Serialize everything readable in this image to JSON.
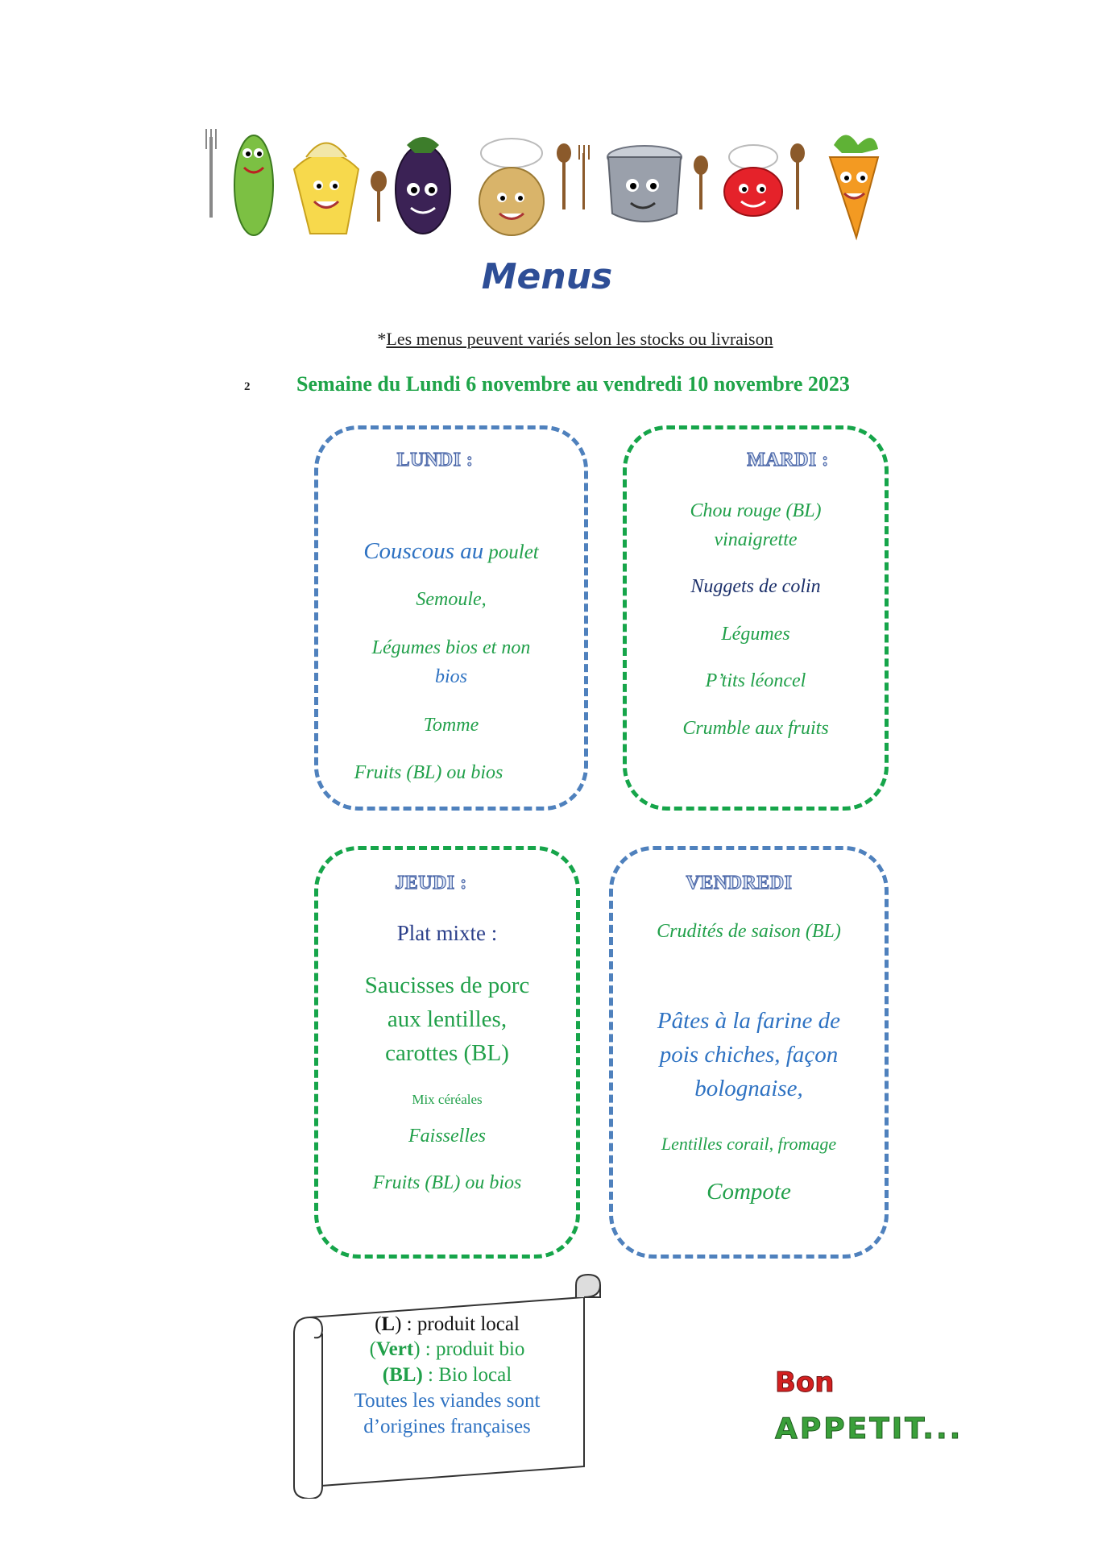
{
  "header": {
    "title": "Menus",
    "note_prefix": "*",
    "note": "Les menus peuvent variés selon les stocks ou livraison",
    "page_number": "2",
    "week": "Semaine du Lundi 6 novembre au vendredi 10 novembre 2023"
  },
  "menus": {
    "lundi": {
      "day": "LUNDI :",
      "items": [
        "Couscous au",
        "poulet",
        "Semoule,",
        "Légumes bios et non",
        "bios",
        "Tomme",
        "Fruits (BL) ou bios"
      ]
    },
    "mardi": {
      "day": "MARDI :",
      "items": [
        "Chou rouge (BL)",
        "vinaigrette",
        "Nuggets de colin",
        "Légumes",
        "P’tits léoncel",
        "Crumble aux fruits"
      ]
    },
    "jeudi": {
      "day": "JEUDI :",
      "items": [
        "Plat mixte :",
        "Saucisses de porc",
        "aux lentilles,",
        "carottes (BL)",
        "Mix céréales",
        "Faisselles",
        "Fruits (BL) ou bios"
      ]
    },
    "vendredi": {
      "day": "VENDREDI",
      "items": [
        "Crudités de saison (BL)",
        "Pâtes à la farine de",
        "pois chiches, façon",
        "bolognaise,",
        "Lentilles corail, fromage",
        "Compote"
      ]
    }
  },
  "legend": {
    "local_mark": "L",
    "local_text": ") : produit local",
    "bio_mark": "Vert",
    "bio_text": ") : produit bio",
    "bl_mark": "(BL)",
    "bl_text": " : Bio local",
    "meat_line1": "Toutes les viandes sont",
    "meat_line2": "d’origines françaises"
  },
  "footer": {
    "bon": "Bon",
    "appetit": "APPETIT...",
    "colors": {
      "red": "#d42020",
      "green": "#3aa03a",
      "yellow": "#e0b000"
    }
  },
  "colors": {
    "blue_border": "#4f81bd",
    "green_border": "#16a54a",
    "title": "#2e4e96",
    "week": "#1fa449"
  }
}
